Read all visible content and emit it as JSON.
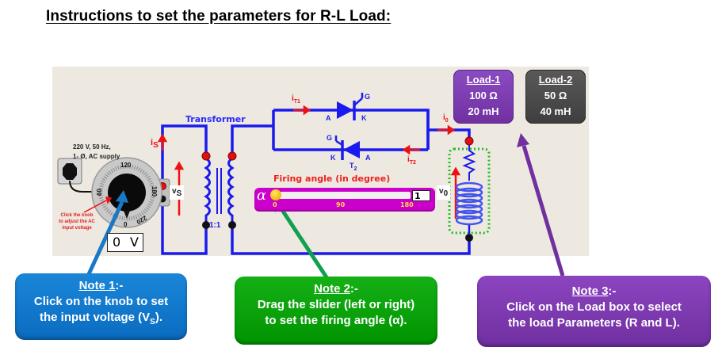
{
  "title": "Instructions to set the parameters for R-L Load:",
  "supply": {
    "line1": "220 V, 50 Hz,",
    "line2": "1- Ø, AC supply"
  },
  "knob": {
    "scale_labels": [
      "0",
      "60",
      "120",
      "180",
      "220"
    ],
    "hint_line1": "Click the knob",
    "hint_line2": "to adjust the AC",
    "hint_line3": "input voltage"
  },
  "voltage_display": {
    "value": "0",
    "unit": "V"
  },
  "circuit": {
    "transformer_label": "Transformer",
    "ratio_label": "1:1",
    "is_label": "i",
    "is_sub": "S",
    "vs_label": "v",
    "vs_sub": "S",
    "it1_label": "i",
    "it1_sub": "T1",
    "it2_label": "i",
    "it2_sub": "T2",
    "io_label": "i",
    "io_sub": "0",
    "vo_label": "v",
    "vo_sub": "0",
    "t1_anode": "A",
    "t1_cathode": "K",
    "t1_gate": "G",
    "t2_anode": "A",
    "t2_cathode": "K",
    "t2_gate": "G",
    "t2_name": "T",
    "t2_sub": "2"
  },
  "firing_angle": {
    "label": "Firing angle (in degree)",
    "symbol": "α",
    "value": "1",
    "min": 0,
    "max": 180,
    "current": 1,
    "ticks": [
      "0",
      "90",
      "180"
    ]
  },
  "loads": [
    {
      "name": "Load-1",
      "resistance": "100 Ω",
      "inductance": "20 mH",
      "selected": true,
      "color": "#7030a0"
    },
    {
      "name": "Load-2",
      "resistance": "50 Ω",
      "inductance": "40 mH",
      "selected": false,
      "color": "#404040"
    }
  ],
  "notes": [
    {
      "heading": "Note 1",
      "suffix": ":-",
      "line1": "Click on the knob to set",
      "line2_pre": "the input voltage (V",
      "line2_sub": "S",
      "line2_post": ").",
      "color": "#0b6cc0"
    },
    {
      "heading": "Note 2",
      "suffix": ":-",
      "line1": "Drag the slider (left or right)",
      "line2": "to set the firing angle (α).",
      "color": "#009400"
    },
    {
      "heading": "Note 3",
      "suffix": ":-",
      "line1": "Click on the Load box to select",
      "line2": "the load Parameters (R and L).",
      "color": "#7030a0"
    }
  ],
  "colors": {
    "wire": "#1a1aee",
    "current_arrow": "#ee1111",
    "panel_bg": "#ede9e1"
  }
}
